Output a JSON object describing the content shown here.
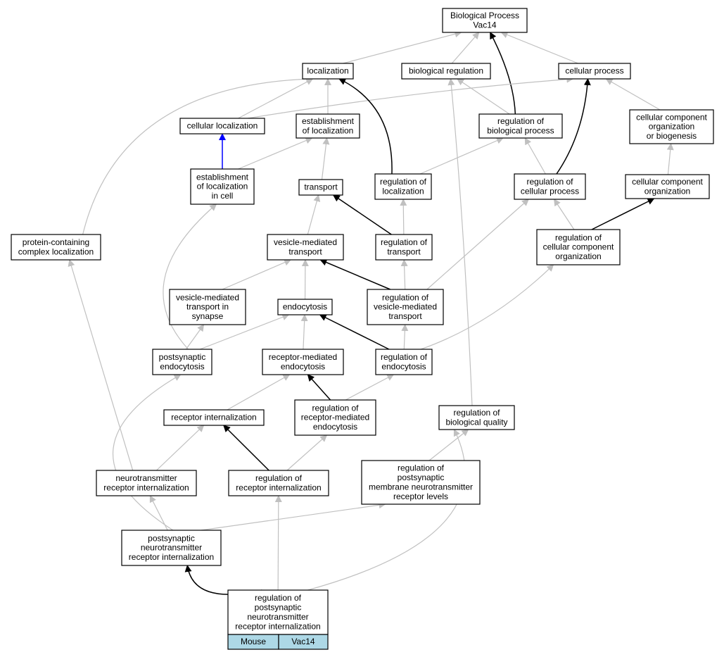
{
  "colors": {
    "gray_edge": "#c0c0c0",
    "black_edge": "#000000",
    "blue_edge": "#0000ff",
    "legend_fill": "#add8e6"
  },
  "nodes": [
    {
      "id": "bp",
      "lines": [
        "Biological Process",
        "Vac14"
      ]
    },
    {
      "id": "loc",
      "lines": [
        "localization"
      ]
    },
    {
      "id": "bioreg",
      "lines": [
        "biological regulation"
      ]
    },
    {
      "id": "cellproc",
      "lines": [
        "cellular process"
      ]
    },
    {
      "id": "cellloc",
      "lines": [
        "cellular localization"
      ]
    },
    {
      "id": "estloc",
      "lines": [
        "establishment",
        "of localization"
      ]
    },
    {
      "id": "regbio",
      "lines": [
        "regulation of",
        "biological process"
      ]
    },
    {
      "id": "ccob",
      "lines": [
        "cellular component",
        "organization",
        "or biogenesis"
      ]
    },
    {
      "id": "estcell",
      "lines": [
        "establishment",
        "of localization",
        "in cell"
      ]
    },
    {
      "id": "transport",
      "lines": [
        "transport"
      ]
    },
    {
      "id": "regloc",
      "lines": [
        "regulation of",
        "localization"
      ]
    },
    {
      "id": "regcell",
      "lines": [
        "regulation of",
        "cellular process"
      ]
    },
    {
      "id": "cco",
      "lines": [
        "cellular component",
        "organization"
      ]
    },
    {
      "id": "pcl",
      "lines": [
        "protein-containing",
        "complex localization"
      ]
    },
    {
      "id": "vmt",
      "lines": [
        "vesicle-mediated",
        "transport"
      ]
    },
    {
      "id": "regtrans",
      "lines": [
        "regulation of",
        "transport"
      ]
    },
    {
      "id": "regcco",
      "lines": [
        "regulation of",
        "cellular component",
        "organization"
      ]
    },
    {
      "id": "vmts",
      "lines": [
        "vesicle-mediated",
        "transport in",
        "synapse"
      ]
    },
    {
      "id": "endo",
      "lines": [
        "endocytosis"
      ]
    },
    {
      "id": "regvmt",
      "lines": [
        "regulation of",
        "vesicle-mediated",
        "transport"
      ]
    },
    {
      "id": "psendo",
      "lines": [
        "postsynaptic",
        "endocytosis"
      ]
    },
    {
      "id": "rme",
      "lines": [
        "receptor-mediated",
        "endocytosis"
      ]
    },
    {
      "id": "regendo",
      "lines": [
        "regulation of",
        "endocytosis"
      ]
    },
    {
      "id": "ri",
      "lines": [
        "receptor internalization"
      ]
    },
    {
      "id": "regrme",
      "lines": [
        "regulation of",
        "receptor-mediated",
        "endocytosis"
      ]
    },
    {
      "id": "regbq",
      "lines": [
        "regulation of",
        "biological quality"
      ]
    },
    {
      "id": "nri",
      "lines": [
        "neurotransmitter",
        "receptor internalization"
      ]
    },
    {
      "id": "regri",
      "lines": [
        "regulation of",
        "receptor internalization"
      ]
    },
    {
      "id": "regpmnrl",
      "lines": [
        "regulation of",
        "postsynaptic",
        "membrane neurotransmitter",
        "receptor levels"
      ]
    },
    {
      "id": "pnri",
      "lines": [
        "postsynaptic",
        "neurotransmitter",
        "receptor internalization"
      ]
    },
    {
      "id": "regpnri",
      "lines": [
        "regulation of",
        "postsynaptic",
        "neurotransmitter",
        "receptor internalization"
      ]
    }
  ],
  "edges": [
    {
      "from": "loc",
      "to": "bp",
      "style": "gray"
    },
    {
      "from": "bioreg",
      "to": "bp",
      "style": "gray"
    },
    {
      "from": "cellproc",
      "to": "bp",
      "style": "gray"
    },
    {
      "from": "regbio",
      "to": "bp",
      "style": "black"
    },
    {
      "from": "cellloc",
      "to": "loc",
      "style": "gray"
    },
    {
      "from": "cellloc",
      "to": "cellproc",
      "style": "gray"
    },
    {
      "from": "estloc",
      "to": "loc",
      "style": "gray"
    },
    {
      "from": "regloc",
      "to": "loc",
      "style": "black"
    },
    {
      "from": "regbio",
      "to": "bioreg",
      "style": "gray"
    },
    {
      "from": "ccob",
      "to": "cellproc",
      "style": "gray"
    },
    {
      "from": "regcell",
      "to": "cellproc",
      "style": "black"
    },
    {
      "from": "estcell",
      "to": "cellloc",
      "style": "blue"
    },
    {
      "from": "estcell",
      "to": "estloc",
      "style": "gray"
    },
    {
      "from": "transport",
      "to": "estloc",
      "style": "gray"
    },
    {
      "from": "regloc",
      "to": "regbio",
      "style": "gray"
    },
    {
      "from": "regcell",
      "to": "regbio",
      "style": "gray"
    },
    {
      "from": "cco",
      "to": "ccob",
      "style": "gray"
    },
    {
      "from": "regcco",
      "to": "cco",
      "style": "black"
    },
    {
      "from": "regcco",
      "to": "regcell",
      "style": "gray"
    },
    {
      "from": "vmt",
      "to": "transport",
      "style": "gray"
    },
    {
      "from": "regtrans",
      "to": "transport",
      "style": "black"
    },
    {
      "from": "regtrans",
      "to": "regloc",
      "style": "gray"
    },
    {
      "from": "pcl",
      "to": "loc",
      "style": "gray"
    },
    {
      "from": "vmts",
      "to": "vmt",
      "style": "gray"
    },
    {
      "from": "endo",
      "to": "vmt",
      "style": "gray"
    },
    {
      "from": "regvmt",
      "to": "vmt",
      "style": "black"
    },
    {
      "from": "regvmt",
      "to": "regtrans",
      "style": "gray"
    },
    {
      "from": "regvmt",
      "to": "regcell",
      "style": "gray"
    },
    {
      "from": "psendo",
      "to": "vmts",
      "style": "gray"
    },
    {
      "from": "psendo",
      "to": "endo",
      "style": "gray"
    },
    {
      "from": "psendo",
      "to": "estcell",
      "style": "gray"
    },
    {
      "from": "rme",
      "to": "endo",
      "style": "gray"
    },
    {
      "from": "regendo",
      "to": "endo",
      "style": "black"
    },
    {
      "from": "regendo",
      "to": "regvmt",
      "style": "gray"
    },
    {
      "from": "regendo",
      "to": "regcco",
      "style": "gray"
    },
    {
      "from": "ri",
      "to": "rme",
      "style": "gray"
    },
    {
      "from": "regrme",
      "to": "rme",
      "style": "black"
    },
    {
      "from": "regrme",
      "to": "regendo",
      "style": "gray"
    },
    {
      "from": "regbq",
      "to": "bioreg",
      "style": "gray"
    },
    {
      "from": "nri",
      "to": "ri",
      "style": "gray"
    },
    {
      "from": "nri",
      "to": "pcl",
      "style": "gray"
    },
    {
      "from": "regri",
      "to": "ri",
      "style": "black"
    },
    {
      "from": "regri",
      "to": "regrme",
      "style": "gray"
    },
    {
      "from": "regpmnrl",
      "to": "regbq",
      "style": "gray"
    },
    {
      "from": "pnri",
      "to": "nri",
      "style": "gray"
    },
    {
      "from": "pnri",
      "to": "psendo",
      "style": "gray"
    },
    {
      "from": "pnri",
      "to": "regpmnrl",
      "style": "gray"
    },
    {
      "from": "regpnri",
      "to": "pnri",
      "style": "black"
    },
    {
      "from": "regpnri",
      "to": "regri",
      "style": "gray"
    },
    {
      "from": "regpnri",
      "to": "regbq",
      "style": "gray"
    }
  ],
  "legend": {
    "left_label": "Mouse",
    "right_label": "Vac14"
  }
}
